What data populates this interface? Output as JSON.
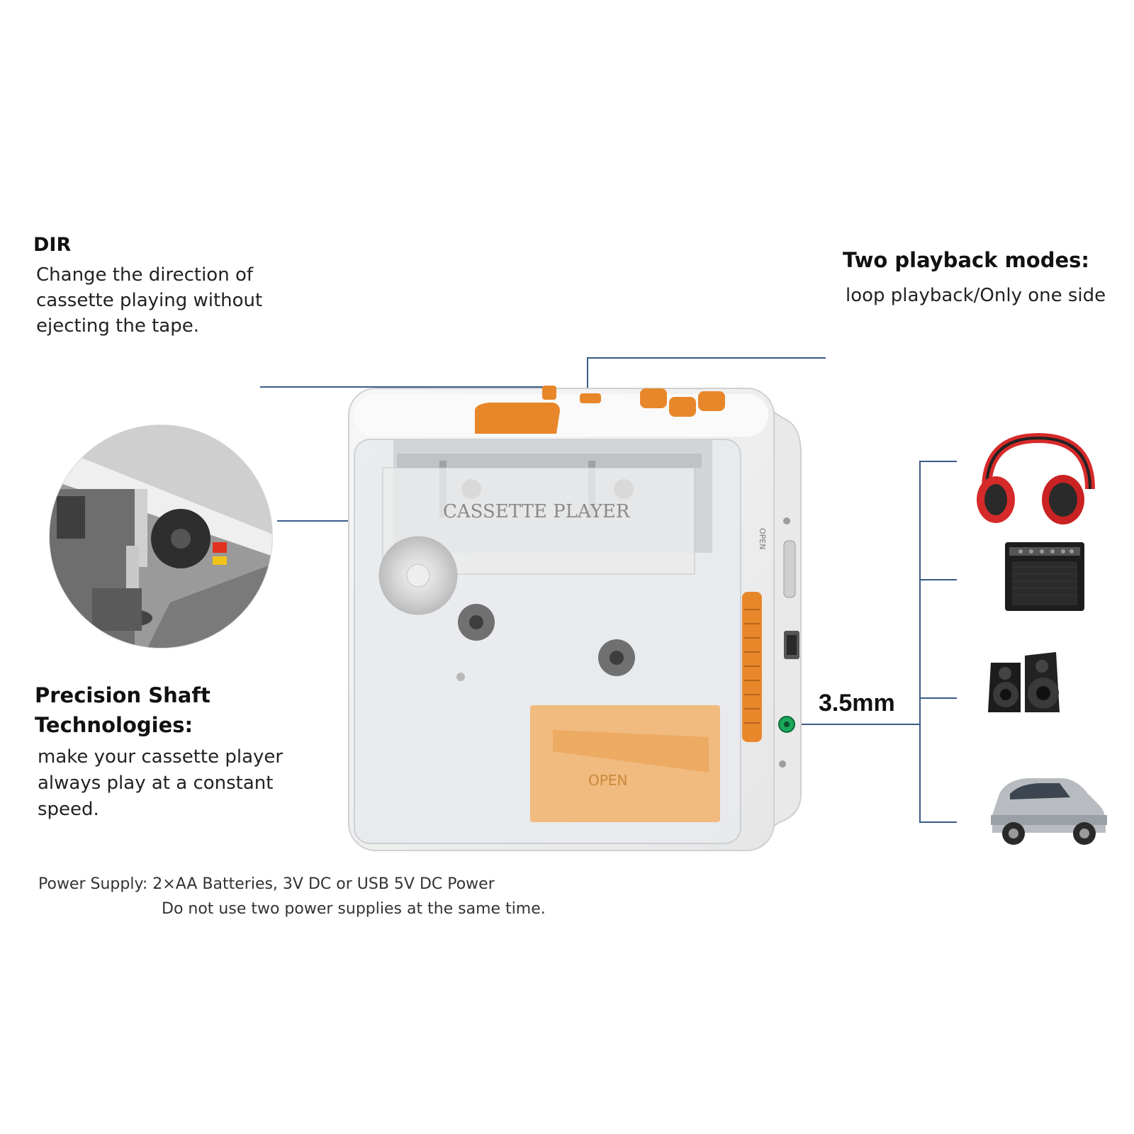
{
  "features": {
    "dir": {
      "title": "DIR",
      "description": "Change the direction of cassette playing without ejecting the tape."
    },
    "playback_modes": {
      "title": "Two playback modes:",
      "description": "loop playback/Only one side"
    },
    "precision_shaft": {
      "title": "Precision Shaft Technologies:",
      "description": "make your cassette player always play at a constant speed."
    }
  },
  "power": {
    "line1": "Power Supply: 2×AA Batteries, 3V DC or USB 5V DC Power",
    "line2": "Do not use two power supplies at the same time."
  },
  "jack": {
    "label": "3.5mm"
  },
  "device_labels": {
    "lid_logo": "CASSETTE PLAYER",
    "open_slider": "OPEN",
    "side_open": "OPEN"
  },
  "outputs": [
    {
      "icon": "headphones-icon"
    },
    {
      "icon": "guitar-amplifier-icon"
    },
    {
      "icon": "speakers-icon"
    },
    {
      "icon": "car-icon"
    }
  ],
  "colors": {
    "accent_orange": "#e8872a",
    "line_blue": "#3b5a86",
    "jack_green": "#1aa85a",
    "body_white": "#f2f2f2"
  }
}
